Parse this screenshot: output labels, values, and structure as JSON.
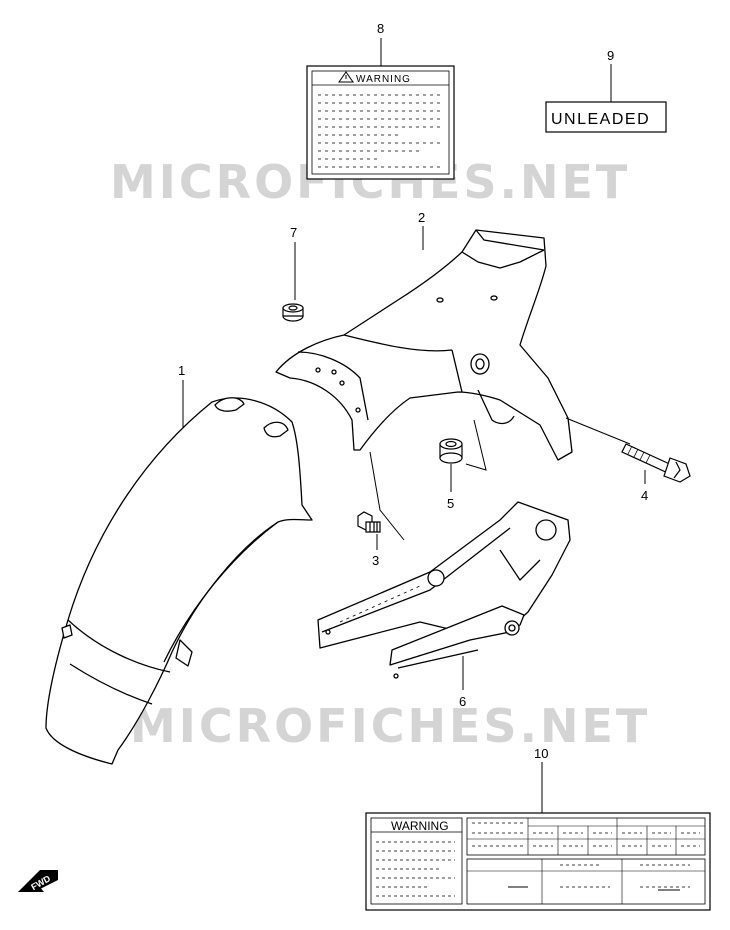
{
  "watermark": {
    "text": "MICROFICHES.NET"
  },
  "callouts": [
    {
      "id": "1",
      "number": "1"
    },
    {
      "id": "2",
      "number": "2"
    },
    {
      "id": "3",
      "number": "3"
    },
    {
      "id": "4",
      "number": "4"
    },
    {
      "id": "5",
      "number": "5"
    },
    {
      "id": "6",
      "number": "6"
    },
    {
      "id": "7",
      "number": "7"
    },
    {
      "id": "8",
      "number": "8"
    },
    {
      "id": "9",
      "number": "9"
    },
    {
      "id": "10",
      "number": "10"
    }
  ],
  "label_8": {
    "title": "WARNING"
  },
  "label_9": {
    "text": "UNLEADED"
  },
  "label_10": {
    "title": "WARNING"
  },
  "fwd_marker": {
    "text": "FWD"
  },
  "colors": {
    "line": "#000000",
    "watermark": "#d4d4d4",
    "background": "#ffffff"
  }
}
